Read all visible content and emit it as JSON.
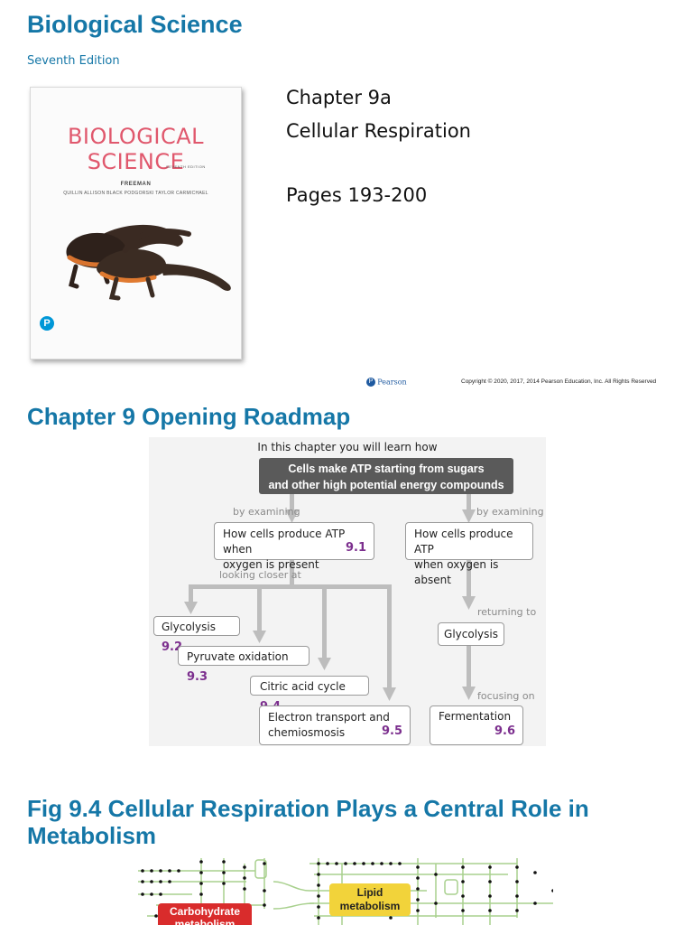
{
  "slide1": {
    "title": "Biological Science",
    "edition": "Seventh Edition",
    "cover": {
      "title_line1": "BIOLOGICAL",
      "title_line2": "SCIENCE",
      "edition": "SEVENTH EDITION",
      "publisher": "FREEMAN",
      "authors": "QUILLIN   ALLISON   BLACK   PODGORSKI   TAYLOR   CARMICHAEL",
      "logo_letter": "P"
    },
    "chapter": "Chapter 9a",
    "subject": "Cellular Respiration",
    "pages": "Pages 193-200",
    "footer_logo": "Pearson",
    "copyright": "Copyright © 2020, 2017, 2014 Pearson Education, Inc. All Rights Reserved"
  },
  "slide2": {
    "title": "Chapter 9 Opening Roadmap",
    "roadmap": {
      "intro": "In this chapter you will learn how",
      "main_line1": "Cells make ATP starting from sugars",
      "main_line2": "and other high potential energy compounds",
      "by_examining_left": "by examining",
      "by_examining_right": "by examining",
      "present_line1": "How cells produce ATP when",
      "present_line2": "oxygen is present",
      "present_num": "9.1",
      "absent_line1": "How cells produce ATP",
      "absent_line2": "when oxygen is absent",
      "looking_closer": "looking closer at",
      "glycolysis": "Glycolysis",
      "glycolysis_num": "9.2",
      "pyruvate": "Pyruvate oxidation",
      "pyruvate_num": "9.3",
      "citric": "Citric acid cycle",
      "citric_num": "9.4",
      "etc_line1": "Electron transport and",
      "etc_line2": "chemiosmosis",
      "etc_num": "9.5",
      "returning_to": "returning to",
      "glycolysis2": "Glycolysis",
      "focusing_on": "focusing on",
      "fermentation": "Fermentation",
      "fermentation_num": "9.6"
    }
  },
  "slide3": {
    "title": "Fig 9.4 Cellular Respiration Plays a Central Role in Metabolism",
    "label_carb_line1": "Carbohydrate",
    "label_carb_line2": "metabolism",
    "label_lipid_line1": "Lipid",
    "label_lipid_line2": "metabolism"
  },
  "colors": {
    "heading": "#1577a7",
    "cover_title": "#e0586d",
    "roadmap_dark_box": "#5a5a5a",
    "section_number": "#7c2f8e",
    "carb_label": "#d92c2c",
    "lipid_label": "#f2d33a",
    "pathway_line": "#a8d08d"
  }
}
